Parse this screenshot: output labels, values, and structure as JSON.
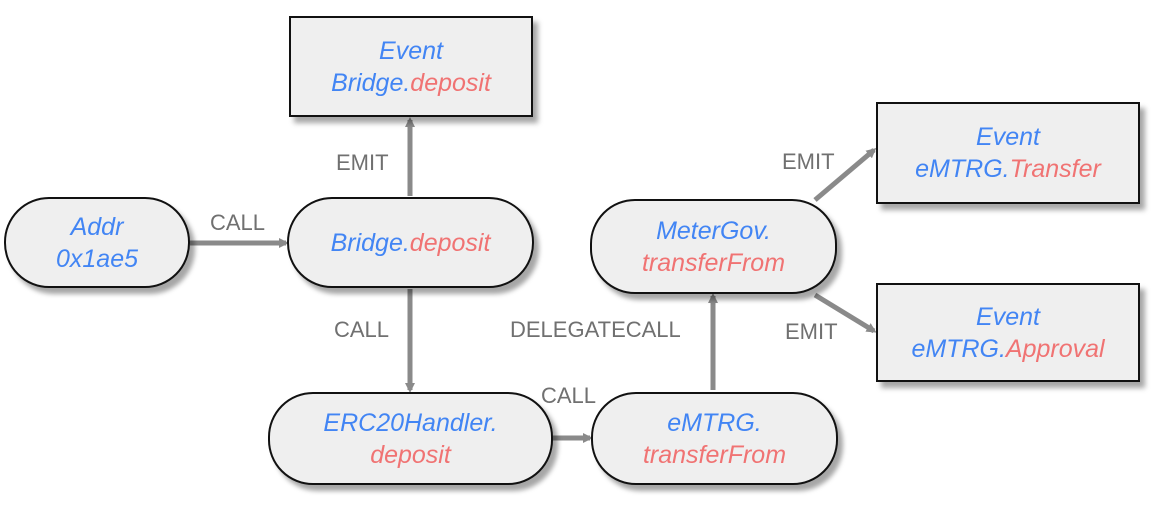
{
  "colors": {
    "node_fill": "#efefef",
    "node_border": "#111111",
    "contract_text": "#4285f4",
    "function_text": "#f07373",
    "edge": "#8a8a8a",
    "edge_label": "#707070"
  },
  "nodes": {
    "addr": {
      "line1": "Addr",
      "line2": "0x1ae5"
    },
    "bridge_deposit": {
      "contract": "Bridge.",
      "function": "deposit"
    },
    "event_bridge_deposit": {
      "kind": "Event",
      "contract": "Bridge.",
      "function": "deposit"
    },
    "erc20handler_deposit": {
      "contract": "ERC20Handler.",
      "function": "deposit"
    },
    "emtrg_transferfrom": {
      "contract": "eMTRG.",
      "function": "transferFrom"
    },
    "metergov_transferfrom": {
      "contract": "MeterGov.",
      "function": "transferFrom"
    },
    "event_emtrg_transfer": {
      "kind": "Event",
      "contract": "eMTRG.",
      "function": "Transfer"
    },
    "event_emtrg_approval": {
      "kind": "Event",
      "contract": "eMTRG.",
      "function": "Approval"
    }
  },
  "edges": {
    "addr_to_bridge": "CALL",
    "bridge_to_event": "EMIT",
    "bridge_to_handler": "CALL",
    "handler_to_emtrg": "CALL",
    "emtrg_to_metergov": "DELEGATECALL",
    "metergov_to_transfer": "EMIT",
    "metergov_to_approval": "EMIT"
  }
}
